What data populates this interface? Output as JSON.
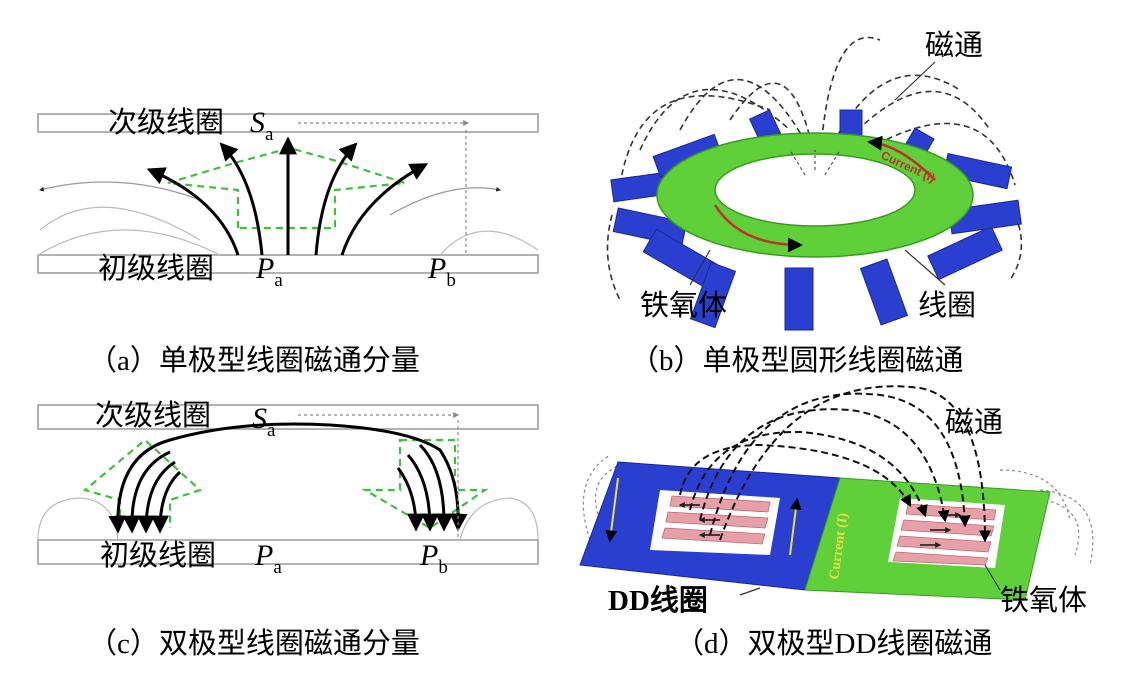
{
  "panel_a": {
    "secondary_coil": "次级线圈",
    "primary_coil": "初级线圈",
    "sa": "S",
    "sa_sub": "a",
    "pa": "P",
    "pa_sub": "a",
    "pb": "P",
    "pb_sub": "b",
    "caption": "（a）单极型线圈磁通分量"
  },
  "panel_b": {
    "flux": "磁通",
    "ferrite": "铁氧体",
    "coil": "线圈",
    "current": "Current (I)",
    "caption": "（b）单极型圆形线圈磁通"
  },
  "panel_c": {
    "secondary_coil": "次级线圈",
    "primary_coil": "初级线圈",
    "sa": "S",
    "sa_sub": "a",
    "pa": "P",
    "pa_sub": "a",
    "pb": "P",
    "pb_sub": "b",
    "caption": "（c）双极型线圈磁通分量"
  },
  "panel_d": {
    "flux": "磁通",
    "dd_coil": "DD线圈",
    "ferrite": "铁氧体",
    "current": "Current (I)",
    "caption": "（d）双极型DD线圈磁通"
  },
  "colors": {
    "green_dash": "#3fbf3f",
    "ferrite_blue": "#2a3fd0",
    "coil_green": "#5fcf3a",
    "current_red": "#c0302a",
    "winding_pink": "#e8a0a8"
  }
}
